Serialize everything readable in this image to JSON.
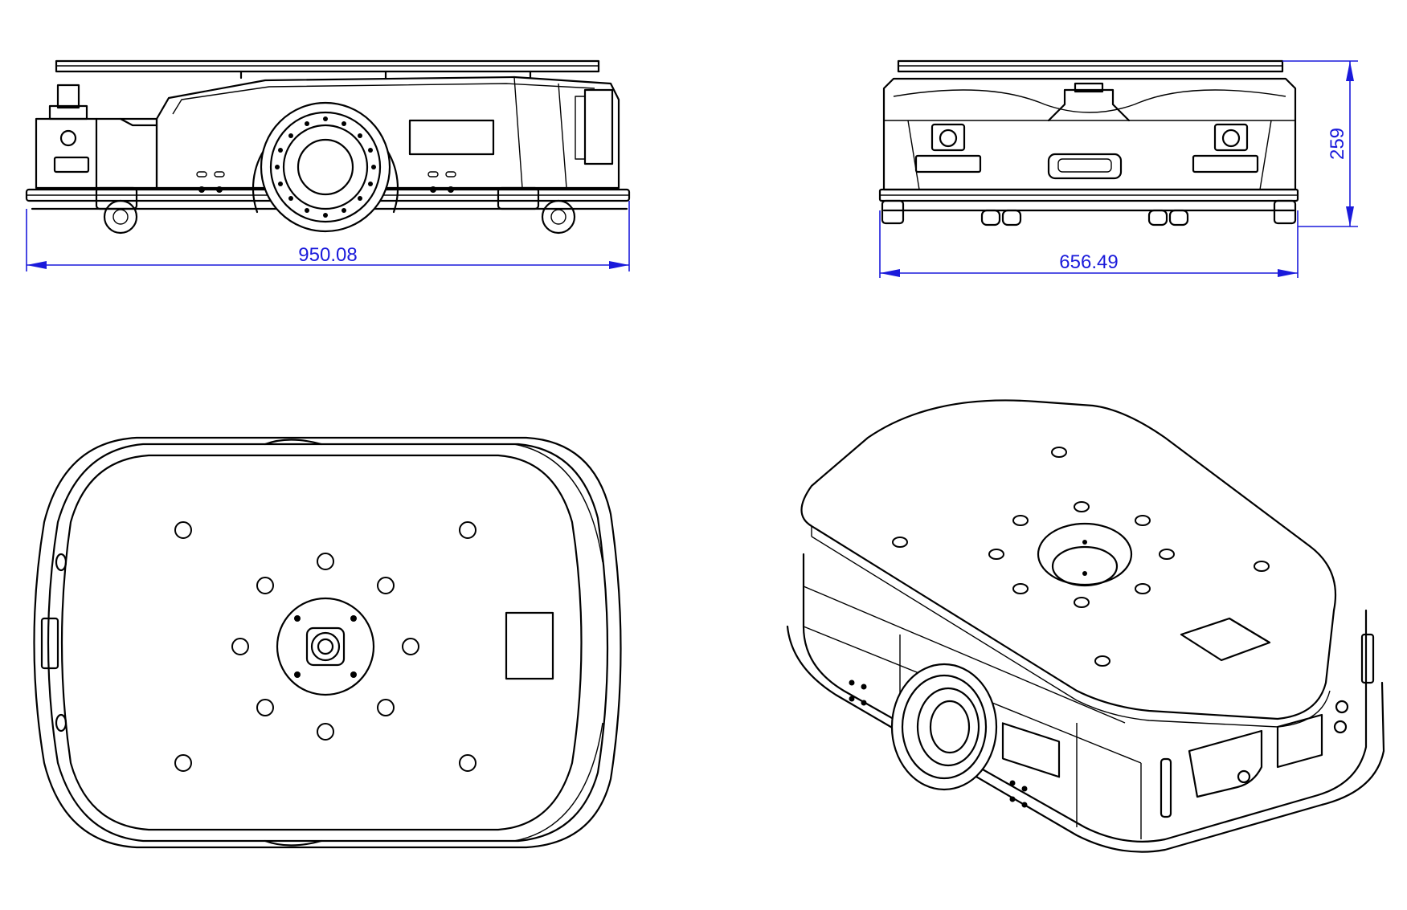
{
  "dimensions": {
    "length": "950.08",
    "width": "656.49",
    "height": "259"
  },
  "colors": {
    "dimension": "#1a1adb",
    "line": "#000000",
    "background": "#ffffff"
  }
}
